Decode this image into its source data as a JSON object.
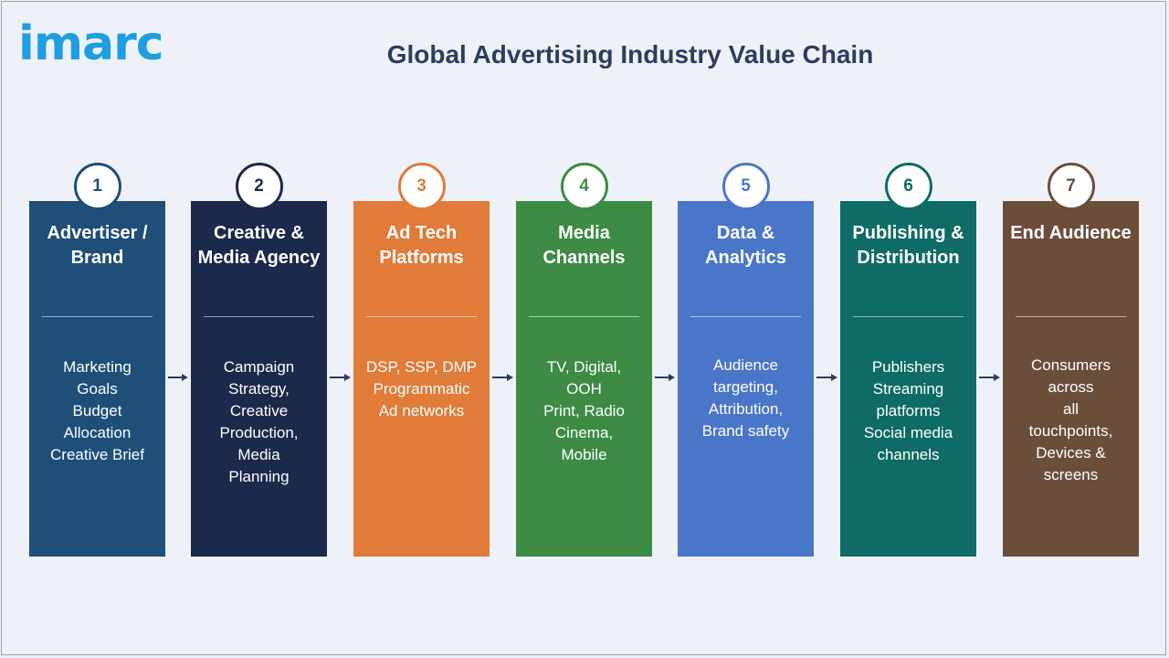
{
  "logo": "imarc",
  "title": "Global Advertising Industry Value Chain",
  "stages": [
    {
      "number": "1",
      "title": "Advertiser / Brand",
      "body": "Marketing\nGoals\nBudget\nAllocation\nCreative Brief",
      "color": "#1f4e79"
    },
    {
      "number": "2",
      "title": "Creative & Media Agency",
      "body": "Campaign\nStrategy,\nCreative\nProduction,\nMedia\nPlanning",
      "color": "#1b2a4a"
    },
    {
      "number": "3",
      "title": "Ad Tech Platforms",
      "body": "DSP, SSP, DMP\nProgrammatic\nAd networks",
      "color": "#e07b39"
    },
    {
      "number": "4",
      "title": "Media Channels",
      "body": "TV, Digital,\nOOH\nPrint, Radio\nCinema,\nMobile",
      "color": "#3d8b45"
    },
    {
      "number": "5",
      "title": "Data & Analytics",
      "body": "Audience\ntargeting,\nAttribution,\nBrand safety",
      "color": "#4a76c9"
    },
    {
      "number": "6",
      "title": "Publishing & Distribution",
      "body": "Publishers\nStreaming\nplatforms\nSocial media\nchannels",
      "color": "#0f6b66"
    },
    {
      "number": "7",
      "title": "End Audience",
      "body": "Consumers\nacross\nall\ntouchpoints,\nDevices &\nscreens",
      "color": "#6b4e3a"
    }
  ]
}
